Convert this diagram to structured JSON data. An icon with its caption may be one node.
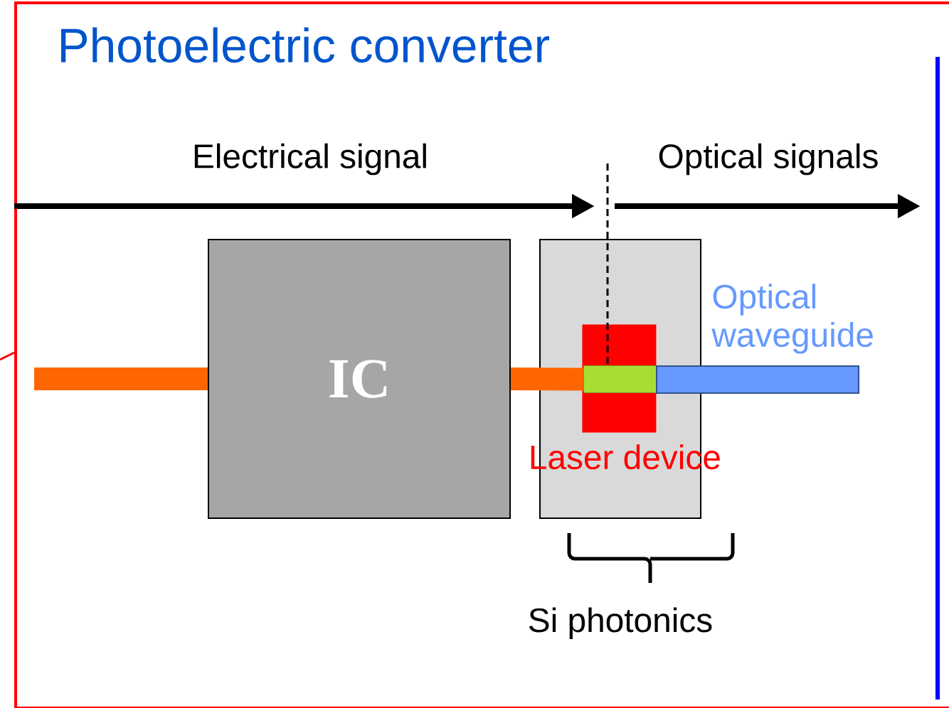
{
  "diagram": {
    "title": "Photoelectric converter",
    "nodes": [
      {
        "text": [],
        "shape": "box"
      },
      {
        "text": [
          "IC"
        ],
        "in": 0
      },
      {
        "text": [
          "Si photonics"
        ],
        "in": 0
      },
      {
        "text": [
          "Laser device"
        ],
        "in": 2
      },
      {
        "text": [],
        "shape": "bar",
        "in": 3
      },
      {
        "text": [
          "Optical waveguide"
        ],
        "in": 0
      }
    ],
    "edges": [
      {
        "from": null,
        "to": 1,
        "arrow": "none"
      },
      {
        "from": 1,
        "to": 4,
        "arrow": "none"
      }
    ],
    "labels": [
      "Electrical signal",
      "Optical signals"
    ]
  }
}
